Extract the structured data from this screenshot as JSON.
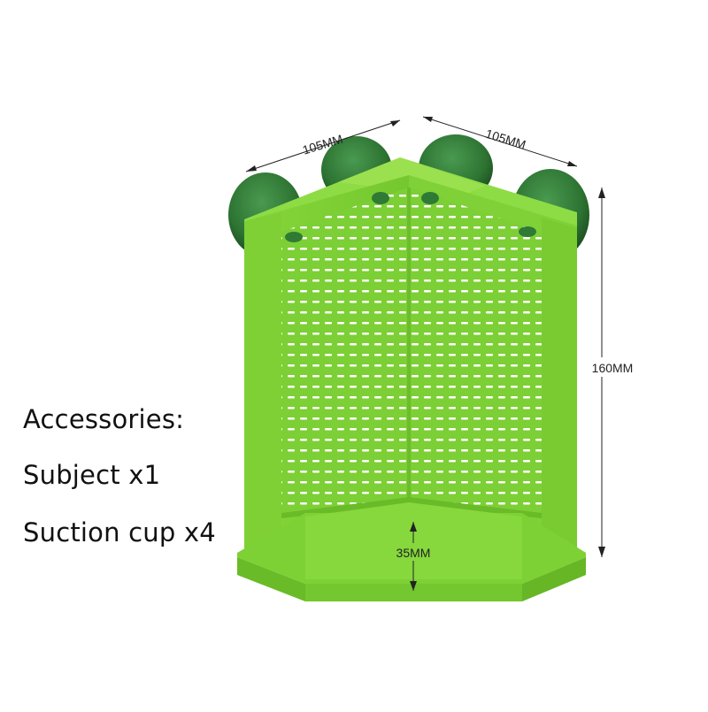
{
  "accessories": {
    "title": "Accessories:",
    "items": [
      "Subject x1",
      "Suction cup x4"
    ]
  },
  "dimensions": {
    "width_left": "105MM",
    "width_right": "105MM",
    "height": "160MM",
    "base_height": "35MM"
  },
  "colors": {
    "body": "#7ed134",
    "body_dark": "#5fb524",
    "body_light": "#9be04f",
    "suction_cup": "#2f7a35",
    "suction_cup_dark": "#1f5a24",
    "text": "#111111"
  }
}
